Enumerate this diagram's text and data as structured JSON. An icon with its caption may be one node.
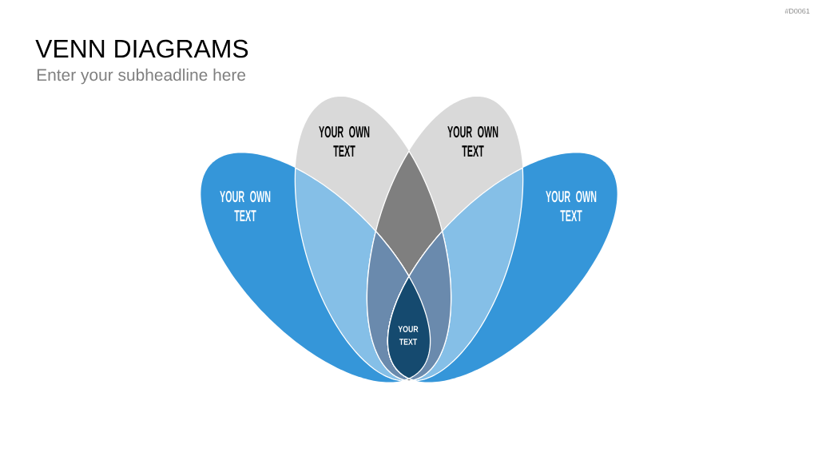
{
  "diagram": {
    "title": "VENN DIAGRAMS",
    "nodes": [
      {
        "text": [
          "YOUR OWN TEXT"
        ]
      },
      {
        "text": [
          "YOUR OWN TEXT"
        ]
      },
      {
        "text": [
          "YOUR OWN TEXT"
        ]
      },
      {
        "text": [
          "YOUR OWN TEXT"
        ]
      },
      {
        "text": [
          "YOUR TEXT"
        ]
      }
    ],
    "labels": [
      "#D0061",
      "Enter your subheadline here"
    ]
  }
}
